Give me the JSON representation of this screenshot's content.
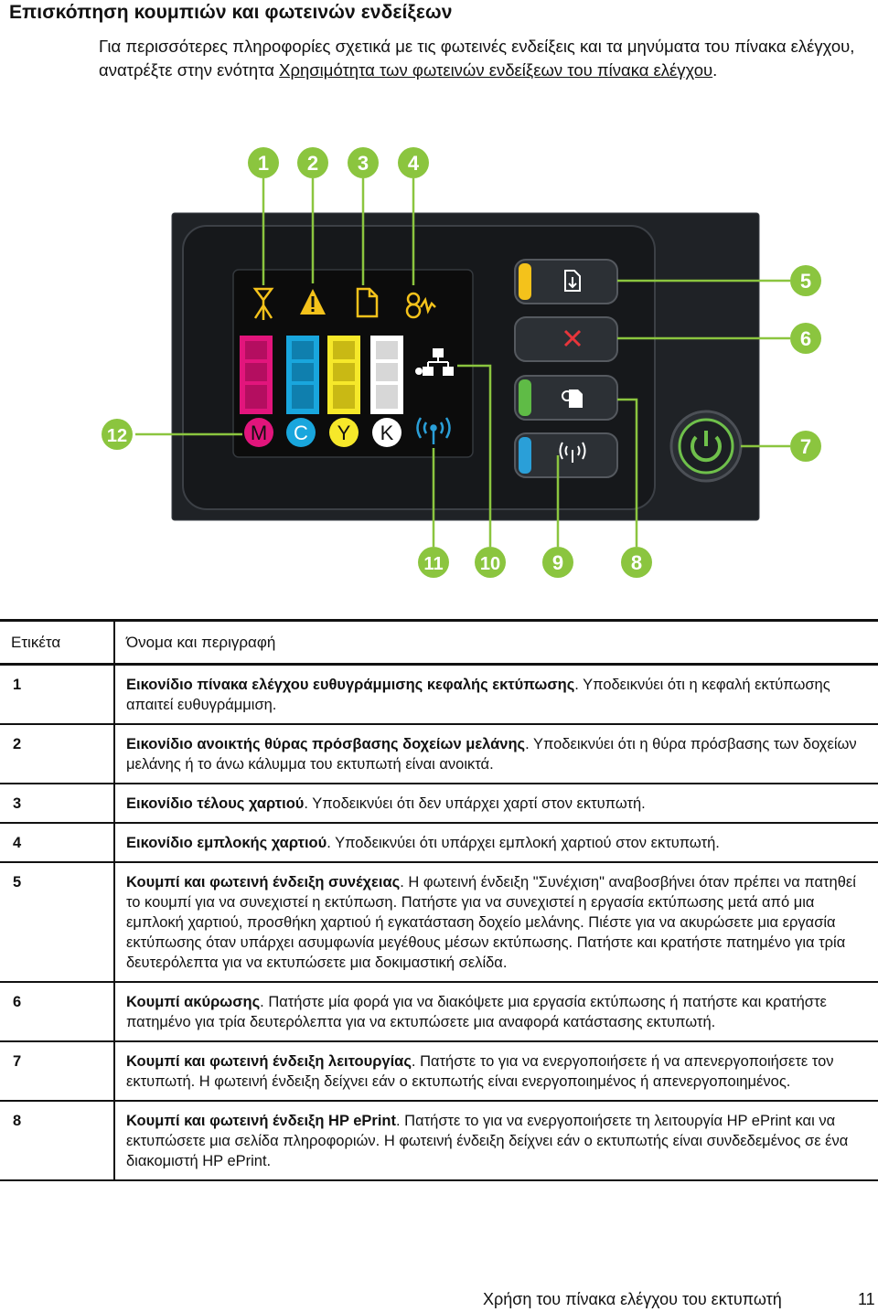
{
  "page": {
    "title": "Επισκόπηση κουμπιών και φωτεινών ενδείξεων",
    "intro_prefix": "Για περισσότερες πληροφορίες σχετικά με τις φωτεινές ενδείξεις και τα μηνύματα του πίνακα ελέγχου, ανατρέξτε στην ενότητα ",
    "intro_link": "Χρησιμότητα των φωτεινών ενδείξεων του πίνακα ελέγχου",
    "intro_suffix": "."
  },
  "figure": {
    "callouts": [
      "1",
      "2",
      "3",
      "4",
      "5",
      "6",
      "7",
      "8",
      "9",
      "10",
      "11",
      "12"
    ],
    "ink_labels": [
      "M",
      "C",
      "Y",
      "K"
    ],
    "colors": {
      "panel": "#1f2226",
      "screen": "#0d0d0d",
      "callout": "#8bc53f",
      "magenta": "#e2157c",
      "cyan": "#19a6dd",
      "yellow": "#f6e82a",
      "black_ink": "#ffffff",
      "amber": "#f4c21b",
      "red_x": "#e8353b",
      "green": "#5fbb46",
      "blue": "#2a9fd8",
      "power": "#6fc04b"
    }
  },
  "table": {
    "header_label": "Ετικέτα",
    "header_desc": "Όνομα και περιγραφή",
    "rows": [
      {
        "num": "1",
        "title": "Εικονίδιο πίνακα ελέγχου ευθυγράμμισης κεφαλής εκτύπωσης",
        "text": ". Υποδεικνύει ότι η κεφαλή εκτύπωσης απαιτεί ευθυγράμμιση."
      },
      {
        "num": "2",
        "title": "Εικονίδιο ανοικτής θύρας πρόσβασης δοχείων μελάνης",
        "text": ". Υποδεικνύει ότι η θύρα πρόσβασης των δοχείων μελάνης ή το άνω κάλυμμα του εκτυπωτή είναι ανοικτά."
      },
      {
        "num": "3",
        "title": "Εικονίδιο τέλους χαρτιού",
        "text": ". Υποδεικνύει ότι δεν υπάρχει χαρτί στον εκτυπωτή."
      },
      {
        "num": "4",
        "title": "Εικονίδιο εμπλοκής χαρτιού",
        "text": ". Υποδεικνύει ότι υπάρχει εμπλοκή χαρτιού στον εκτυπωτή."
      },
      {
        "num": "5",
        "title": "Κουμπί και φωτεινή ένδειξη συνέχειας",
        "text": ". Η φωτεινή ένδειξη \"Συνέχιση\" αναβοσβήνει όταν πρέπει να πατηθεί το κουμπί για να συνεχιστεί η εκτύπωση. Πατήστε για να συνεχιστεί η εργασία εκτύπωσης μετά από μια εμπλοκή χαρτιού, προσθήκη χαρτιού ή εγκατάσταση δοχείο μελάνης. Πιέστε για να ακυρώσετε μια εργασία εκτύπωσης όταν υπάρχει ασυμφωνία μεγέθους μέσων εκτύπωσης. Πατήστε και κρατήστε πατημένο για τρία δευτερόλεπτα για να εκτυπώσετε μια δοκιμαστική σελίδα."
      },
      {
        "num": "6",
        "title": "Κουμπί ακύρωσης",
        "text": ". Πατήστε μία φορά για να διακόψετε μια εργασία εκτύπωσης ή πατήστε και κρατήστε πατημένο για τρία δευτερόλεπτα για να εκτυπώσετε μια αναφορά κατάστασης εκτυπωτή."
      },
      {
        "num": "7",
        "title": "Κουμπί και φωτεινή ένδειξη λειτουργίας",
        "text": ". Πατήστε το για να ενεργοποιήσετε ή να απενεργοποιήσετε τον εκτυπωτή. Η φωτεινή ένδειξη δείχνει εάν ο εκτυπωτής είναι ενεργοποιημένος ή απενεργοποιημένος."
      },
      {
        "num": "8",
        "title": "Κουμπί και φωτεινή ένδειξη HP ePrint",
        "text": ". Πατήστε το για να ενεργοποιήσετε τη λειτουργία HP ePrint και να εκτυπώσετε μια σελίδα πληροφοριών. Η φωτεινή ένδειξη δείχνει εάν ο εκτυπωτής είναι συνδεδεμένος σε ένα διακομιστή HP ePrint."
      }
    ]
  },
  "footer": {
    "text": "Χρήση του πίνακα ελέγχου του εκτυπωτή",
    "page_number": "11"
  }
}
